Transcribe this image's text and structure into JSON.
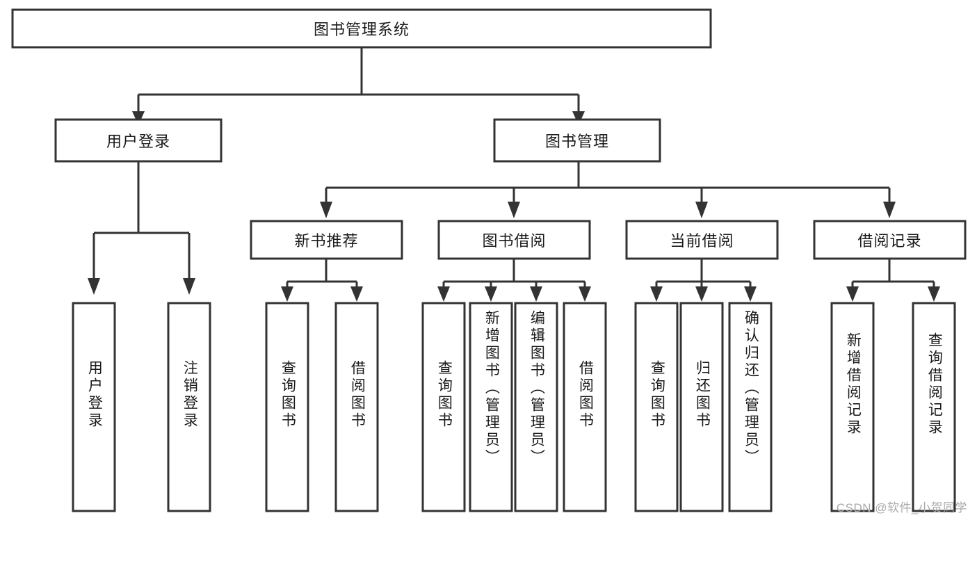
{
  "diagram": {
    "title": "图书管理系统",
    "type": "hierarchy-tree",
    "watermark": "CSDN @软件_小贺同学",
    "root": {
      "label": "图书管理系统",
      "orientation": "horizontal"
    },
    "level2": [
      {
        "label": "用户登录",
        "orientation": "horizontal"
      },
      {
        "label": "图书管理",
        "orientation": "horizontal"
      }
    ],
    "level3": [
      {
        "label": "新书推荐",
        "orientation": "horizontal"
      },
      {
        "label": "图书借阅",
        "orientation": "horizontal"
      },
      {
        "label": "当前借阅",
        "orientation": "horizontal"
      },
      {
        "label": "借阅记录",
        "orientation": "horizontal"
      }
    ],
    "leaves": {
      "user_login": [
        {
          "label": "用户登录",
          "orientation": "vertical"
        },
        {
          "label": "注销登录",
          "orientation": "vertical"
        }
      ],
      "new_book_recommend": [
        {
          "label": "查询图书",
          "orientation": "vertical"
        },
        {
          "label": "借阅图书",
          "orientation": "vertical"
        }
      ],
      "book_borrow": [
        {
          "label": "查询图书",
          "orientation": "vertical"
        },
        {
          "label": "新增图书（管理员）",
          "orientation": "vertical"
        },
        {
          "label": "编辑图书（管理员）",
          "orientation": "vertical"
        },
        {
          "label": "借阅图书",
          "orientation": "vertical"
        }
      ],
      "current_borrow": [
        {
          "label": "查询图书",
          "orientation": "vertical"
        },
        {
          "label": "归还图书",
          "orientation": "vertical"
        },
        {
          "label": "确认归还（管理员）",
          "orientation": "vertical"
        }
      ],
      "borrow_record": [
        {
          "label": "新增借阅记录",
          "orientation": "vertical"
        },
        {
          "label": "查询借阅记录",
          "orientation": "vertical"
        }
      ]
    },
    "colors": {
      "stroke": "#333333",
      "fill": "#ffffff",
      "text": "#1a1a1a",
      "watermark": "#a9a9a9",
      "background": "#ffffff"
    }
  }
}
